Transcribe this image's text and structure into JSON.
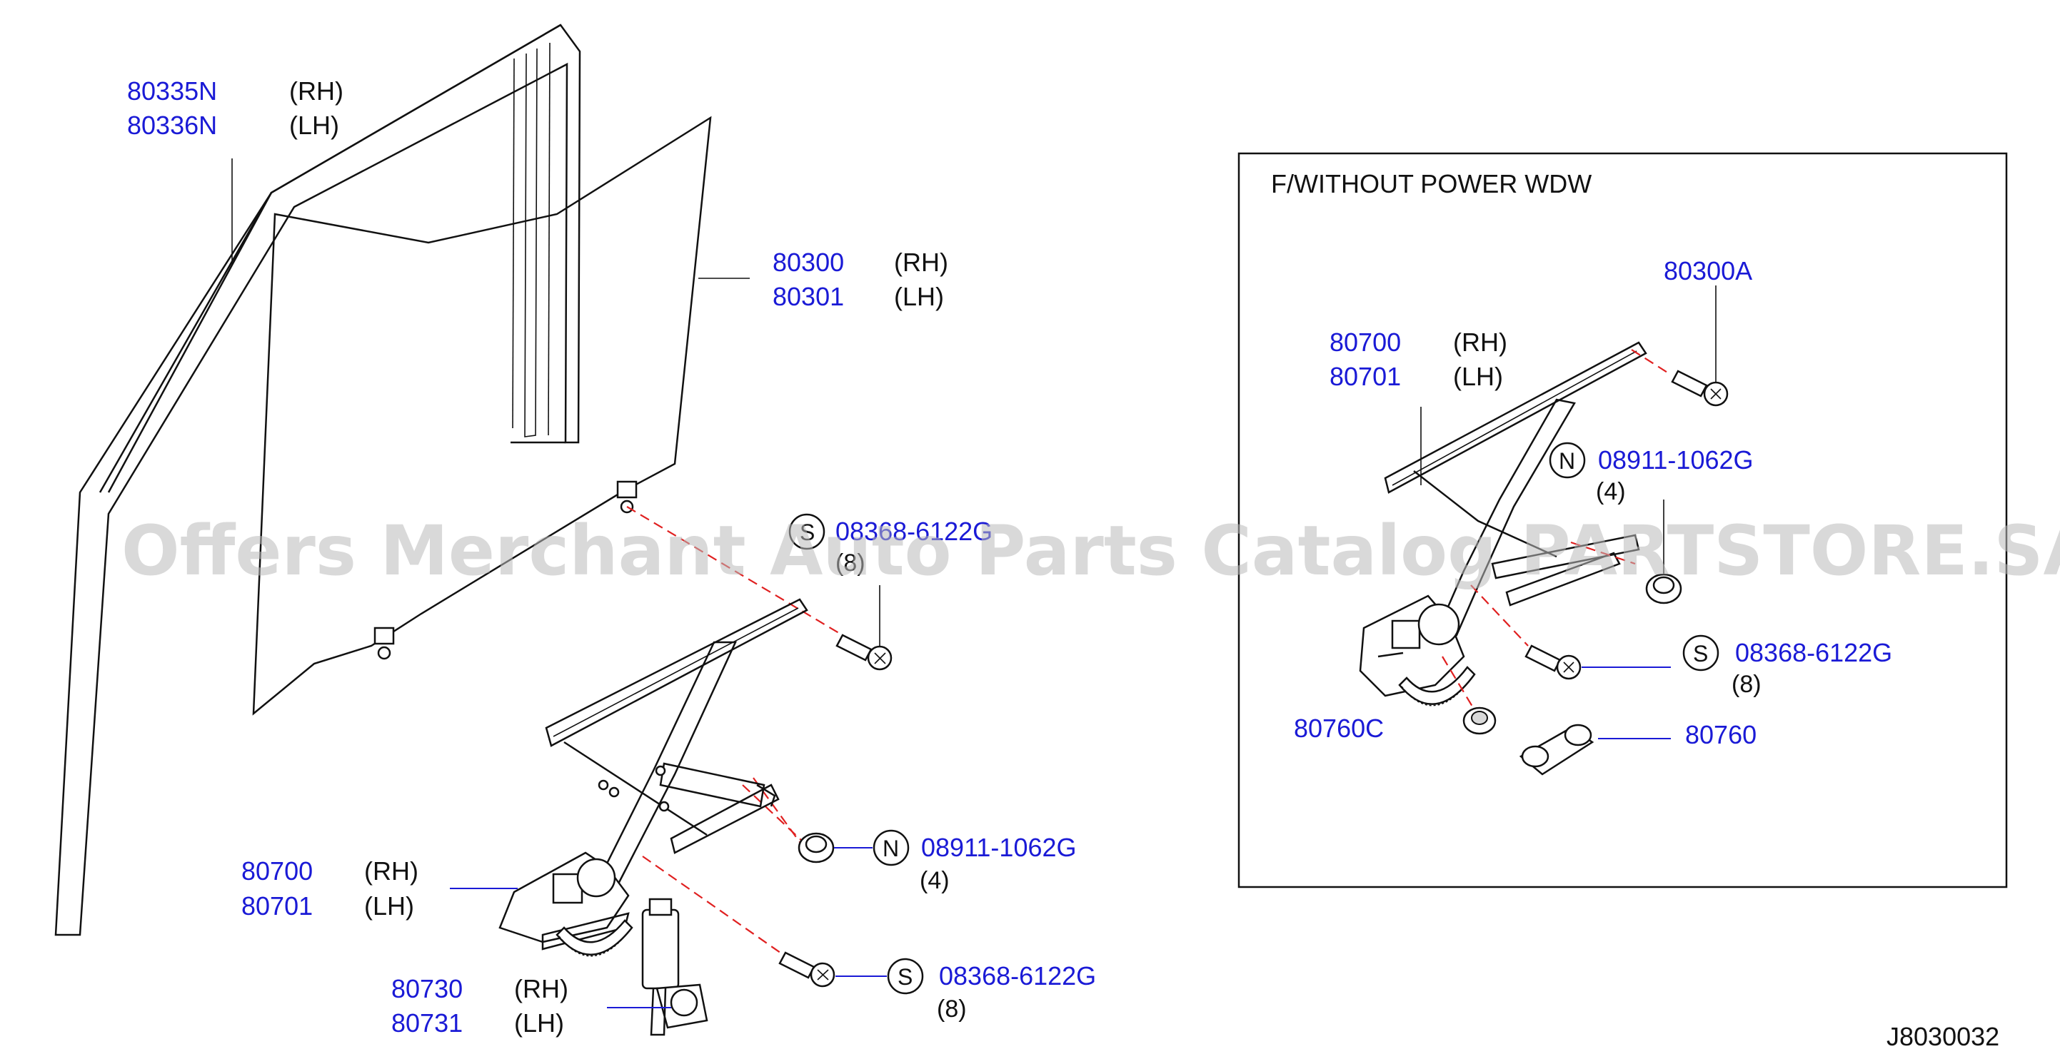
{
  "main_parts": {
    "frame_rh": "80335N",
    "frame_rh_side": "(RH)",
    "frame_lh": "80336N",
    "frame_lh_side": "(LH)",
    "glass_rh": "80300",
    "glass_rh_side": "(RH)",
    "glass_lh": "80301",
    "glass_lh_side": "(LH)",
    "bolt_top_letter": "S",
    "bolt_top_part": "08368-6122G",
    "bolt_top_qty": "(8)",
    "nut_letter": "N",
    "nut_part": "08911-1062G",
    "nut_qty": "(4)",
    "regulator_rh": "80700",
    "regulator_rh_side": "(RH)",
    "regulator_lh": "80701",
    "regulator_lh_side": "(LH)",
    "bolt_bottom_letter": "S",
    "bolt_bottom_part": "08368-6122G",
    "bolt_bottom_qty": "(8)",
    "motor_rh": "80730",
    "motor_rh_side": "(RH)",
    "motor_lh": "80731",
    "motor_lh_side": "(LH)"
  },
  "inset": {
    "title": "F/WITHOUT   POWER   WDW",
    "bolt_a": "80300A",
    "regulator_rh": "80700",
    "regulator_rh_side": "(RH)",
    "regulator_lh": "80701",
    "regulator_lh_side": "(LH)",
    "nut_letter": "N",
    "nut_part": "08911-1062G",
    "nut_qty": "(4)",
    "bolt_letter": "S",
    "bolt_part": "08368-6122G",
    "bolt_qty": "(8)",
    "washer": "80760C",
    "handle": "80760"
  },
  "watermark": "Offers Merchant Auto Parts Catalog PARTSTORE.SA",
  "diagram_code": "J8030032"
}
